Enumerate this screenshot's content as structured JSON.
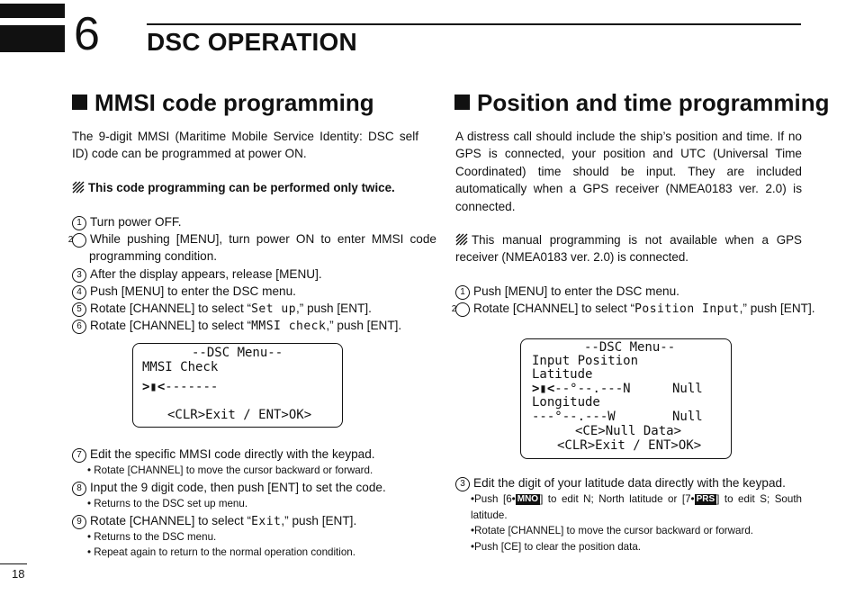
{
  "header": {
    "chapter_number": "6",
    "chapter_title": "DSC OPERATION"
  },
  "left": {
    "heading": "MMSI code programming",
    "intro": "The 9-digit MMSI (Maritime Mobile Service Identity: DSC self ID) code can be programmed at power ON.",
    "note": "This code programming can be performed only twice.",
    "steps": [
      {
        "num": "1",
        "text": "Turn power OFF."
      },
      {
        "num": "2",
        "text": "While pushing [MENU], turn power ON to enter MMSI code programming condition."
      },
      {
        "num": "3",
        "text": "After the display appears, release [MENU]."
      },
      {
        "num": "4",
        "text": "Push [MENU] to enter the DSC menu."
      },
      {
        "num": "5",
        "pre": "Rotate [CHANNEL] to select “",
        "lcd": "Set up",
        "post": ",” push [ENT]."
      },
      {
        "num": "6",
        "pre": "Rotate [CHANNEL] to select “",
        "lcd": "MMSI check",
        "post": ",” push [ENT]."
      }
    ],
    "display": {
      "line1": "--DSC Menu--",
      "line2": "MMSI Check",
      "line3": "-------",
      "line4": "<CLR>Exit / ENT>OK>"
    },
    "steps2": [
      {
        "num": "7",
        "text": "Edit the specific MMSI code directly with the keypad.",
        "sub": [
          "• Rotate [CHANNEL] to move the cursor backward or forward."
        ]
      },
      {
        "num": "8",
        "text": "Input the 9 digit code, then push [ENT] to set the code.",
        "sub": [
          "• Returns to the DSC set up menu."
        ]
      },
      {
        "num": "9",
        "pre": "Rotate [CHANNEL] to select “",
        "lcd": "Exit",
        "post": ",” push [ENT].",
        "sub": [
          "• Returns to the DSC menu.",
          "• Repeat again to return to the normal operation condition."
        ]
      }
    ]
  },
  "right": {
    "heading": "Position and time programming",
    "intro": "A distress call should include the ship’s position and time. If no GPS is connected, your position and UTC (Universal Time Coordinated) time should be input. They are included automatically when a GPS receiver (NMEA0183 ver. 2.0) is connected.",
    "note": "This manual programming is not available when a GPS receiver (NMEA0183 ver. 2.0) is connected.",
    "steps": [
      {
        "num": "1",
        "text": "Push [MENU] to enter the DSC menu."
      },
      {
        "num": "2",
        "pre": "Rotate [CHANNEL] to select “",
        "lcd": "Position Input",
        "post": ",” push [ENT]."
      }
    ],
    "display": {
      "line1": "--DSC Menu--",
      "line2": "Input Position",
      "line3": "Latitude",
      "line4a": "--°--.---N",
      "line4b": "Null",
      "line5": "Longitude",
      "line6a": "---°--.---W",
      "line6b": "Null",
      "line7": "<CE>Null Data>",
      "line8": "<CLR>Exit / ENT>OK>"
    },
    "step3": {
      "num": "3",
      "text": "Edit the digit of your latitude data directly with the keypad.",
      "sub1_a": "•Push [6•",
      "badge1": "MNO",
      "sub1_b": "] to edit N; North latitude or [7•",
      "badge2": "PRS",
      "sub1_c": "] to edit S; South latitude.",
      "sub2": "•Rotate [CHANNEL] to move the cursor backward or forward.",
      "sub3": "•Push [CE] to clear the position data."
    }
  },
  "footer": {
    "page_number": "18"
  }
}
